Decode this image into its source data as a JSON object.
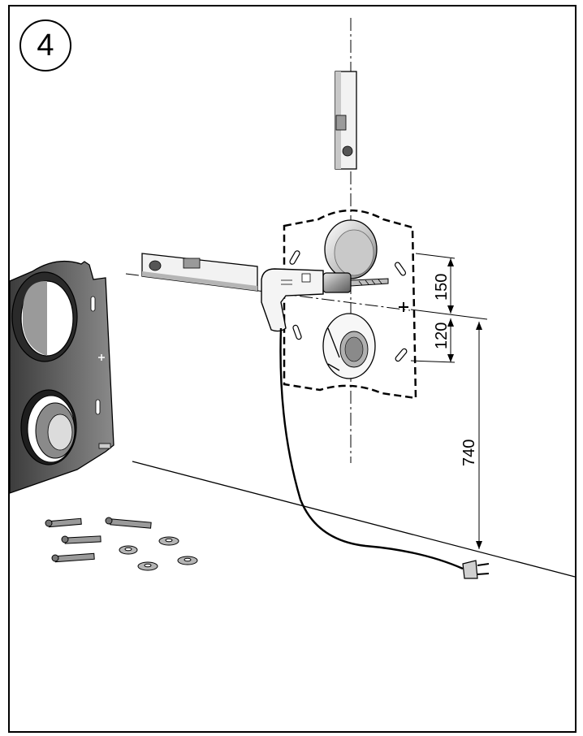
{
  "step": {
    "number": "4"
  },
  "dimensions": {
    "upper_hole_spacing": "150",
    "lower_hole_spacing": "120",
    "height_from_floor": "740"
  },
  "colors": {
    "line": "#000000",
    "metal_dark": "#6f6f6f",
    "metal_mid": "#a8a8a8",
    "metal_light": "#d9d9d9",
    "background": "#ffffff"
  },
  "icons": {
    "spirit_level": "spirit-level-icon",
    "drill": "drill-icon",
    "plug": "power-plug-icon",
    "wall_anchor": "wall-anchor-icon",
    "washer": "washer-icon"
  }
}
